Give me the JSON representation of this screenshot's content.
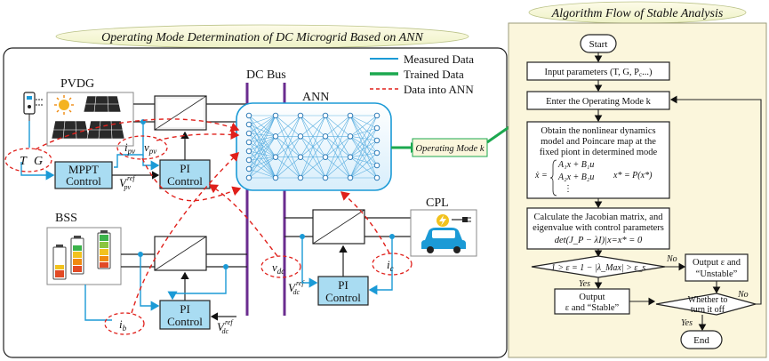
{
  "left_title": "Operating Mode Determination of DC Microgrid Based on ANN",
  "right_title": "Algorithm Flow of Stable Analysis",
  "legend": {
    "measured": "Measured Data",
    "trained": "Trained Data",
    "into_ann": "Data into ANN"
  },
  "labels": {
    "pvdg": "PVDG",
    "bss": "BSS",
    "cpl": "CPL",
    "dc_bus": "DC Bus",
    "ann": "ANN",
    "mppt1": "MPPT",
    "mppt2": "Control",
    "pi": "PI",
    "control": "Control",
    "t": "T",
    "g": "G",
    "ipv": "i",
    "ipv_sub": "pv",
    "vpv": "v",
    "vpv_sub": "pv",
    "vref_pv": "V",
    "vref_pv_sub": "pv",
    "vref_pv_sup": "ref",
    "vdc": "v",
    "vdc_sub": "dc",
    "vref_dc1": "V",
    "vref_dc1_sub": "dc",
    "vref_dc1_sup": "ref",
    "vref_dc2": "V",
    "vref_dc2_sub": "dc",
    "vref_dc2_sup": "ref",
    "ib": "i",
    "ib_sub": "b",
    "ic": "i",
    "ic_sub": "c",
    "operating_mode": "Operating Mode k"
  },
  "flow": {
    "start": "Start",
    "input": "Input parameters (T, G, P",
    "input_sub": "c",
    "input_end": "...)",
    "enter": "Enter the Operating Mode k",
    "obtain1": "Obtain the nonlinear dynamics",
    "obtain2": "model and Poincare map at the",
    "obtain3": "fixed piont in determined mode",
    "eq_x": "ẋ =",
    "eq_row1": "A₁x + B₁u",
    "eq_row2": "A₂x + B₂u",
    "eq_row3": "⋮",
    "eq_map": "x* = P(x*)",
    "calc1": "Calculate the Jacobian matrix, and",
    "calc2": "eigenvalue with control parameters",
    "calc3": "det(J_P − λI)|x=x* = 0",
    "decision": "1 > ε = 1 − |λ_Max| > ε_s",
    "no1": "No",
    "yes1": "Yes",
    "out_unstable1": "Output ε and",
    "out_unstable2": "“Unstable”",
    "out_stable1": "Output",
    "out_stable2": "ε and “Stable”",
    "whether1": "Whether to",
    "whether2": "turn it off",
    "no2": "No",
    "yes2": "Yes",
    "end": "End"
  },
  "colors": {
    "blue_box": "#a9dcf2",
    "measured_line": "#1b9ad6",
    "trained_line": "#1ca84f",
    "into_ann": "#e0201b",
    "bus": "#6a2c8f",
    "flow_bg": "#fbf6dc"
  }
}
